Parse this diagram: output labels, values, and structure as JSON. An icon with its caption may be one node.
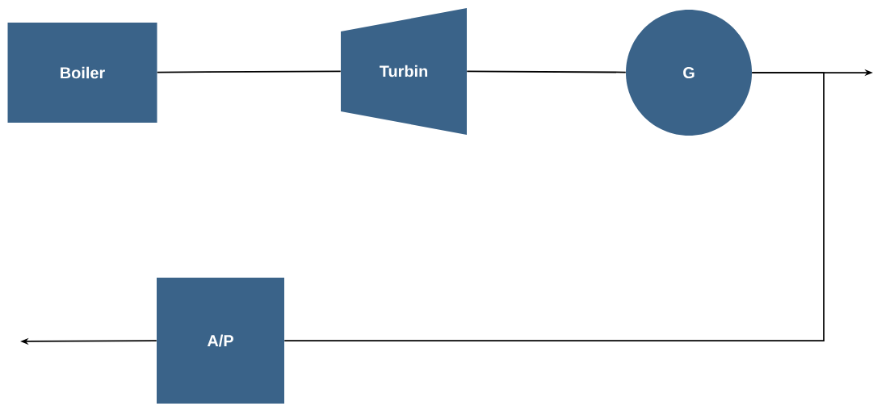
{
  "diagram": {
    "nodes": [
      {
        "text": [
          "Boiler"
        ]
      },
      {
        "text": [
          "Turbin"
        ]
      },
      {
        "text": [
          "G"
        ]
      },
      {
        "text": [
          "A/P"
        ]
      }
    ],
    "edges": [
      {
        "from": 0,
        "to": 1,
        "arrow": "none"
      },
      {
        "from": 1,
        "to": 2,
        "arrow": "none"
      },
      {
        "from": 2,
        "to": null,
        "arrow": "to"
      },
      {
        "from": 2,
        "to": 3,
        "arrow": "none"
      },
      {
        "from": 3,
        "to": null,
        "arrow": "to"
      }
    ]
  }
}
